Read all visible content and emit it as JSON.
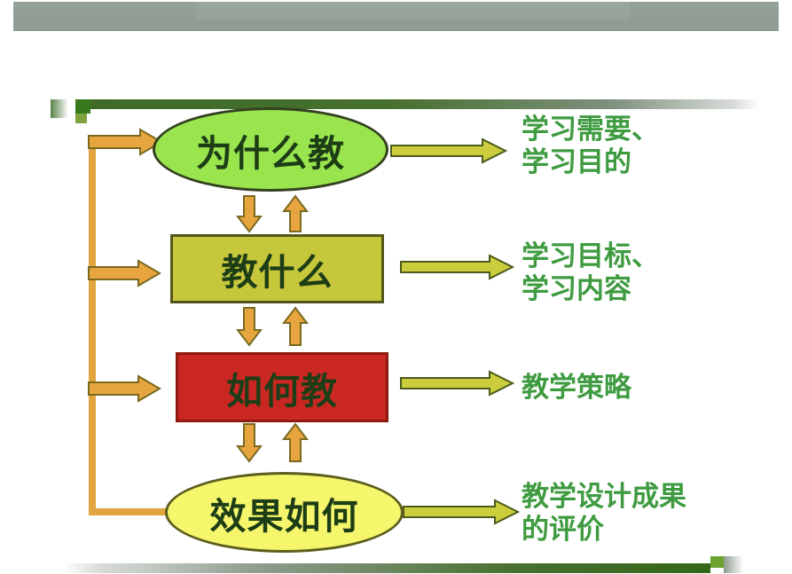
{
  "slide": {
    "type": "presentation-slide",
    "background": "#ffffff",
    "header_bar_color": "#8f9c92",
    "divider_green_dark": "#3c6b22",
    "divider_green_light": "#cdd2cd"
  },
  "diagram": {
    "nodes": [
      {
        "label": "为什么教",
        "shape": "ellipse",
        "fill": "#9ae54e"
      },
      {
        "label": "教什么",
        "shape": "rectangle",
        "fill": "#c6c73b"
      },
      {
        "label": "如何教",
        "shape": "rectangle",
        "fill": "#cb2722"
      },
      {
        "label": "效果如何",
        "shape": "ellipse",
        "fill": "#f6f66c"
      }
    ],
    "side_labels": [
      {
        "lines": [
          "学习需要、",
          "学习目的"
        ]
      },
      {
        "lines": [
          "学习目标、",
          "学习内容"
        ]
      },
      {
        "lines": [
          "教学策略"
        ]
      },
      {
        "lines": [
          "教学设计成果",
          "的评价"
        ]
      }
    ],
    "connections": [
      {
        "from": "为什么教",
        "to": "教什么",
        "style": "bidirectional-orange-arrows"
      },
      {
        "from": "教什么",
        "to": "如何教",
        "style": "bidirectional-orange-arrows"
      },
      {
        "from": "如何教",
        "to": "效果如何",
        "style": "bidirectional-orange-arrows"
      },
      {
        "from": "效果如何",
        "to": "为什么教 / 教什么 / 如何教",
        "style": "left-feedback-loop-orange"
      },
      {
        "from": "为什么教",
        "to": "学习需要、学习目的",
        "style": "yellow-green-arrow"
      },
      {
        "from": "教什么",
        "to": "学习目标、学习内容",
        "style": "yellow-green-arrow"
      },
      {
        "from": "如何教",
        "to": "教学策略",
        "style": "yellow-green-arrow"
      },
      {
        "from": "效果如何",
        "to": "教学设计成果的评价",
        "style": "yellow-green-arrow"
      }
    ],
    "colors": {
      "connector_orange": "#e7a53f",
      "connector_orange_border": "#7a6a20",
      "outcome_arrow_fill": "#cbcd3d",
      "outcome_arrow_border": "#4c5a1d",
      "side_label_green": "#3e9b40",
      "node_text": "#1d3d17"
    }
  }
}
